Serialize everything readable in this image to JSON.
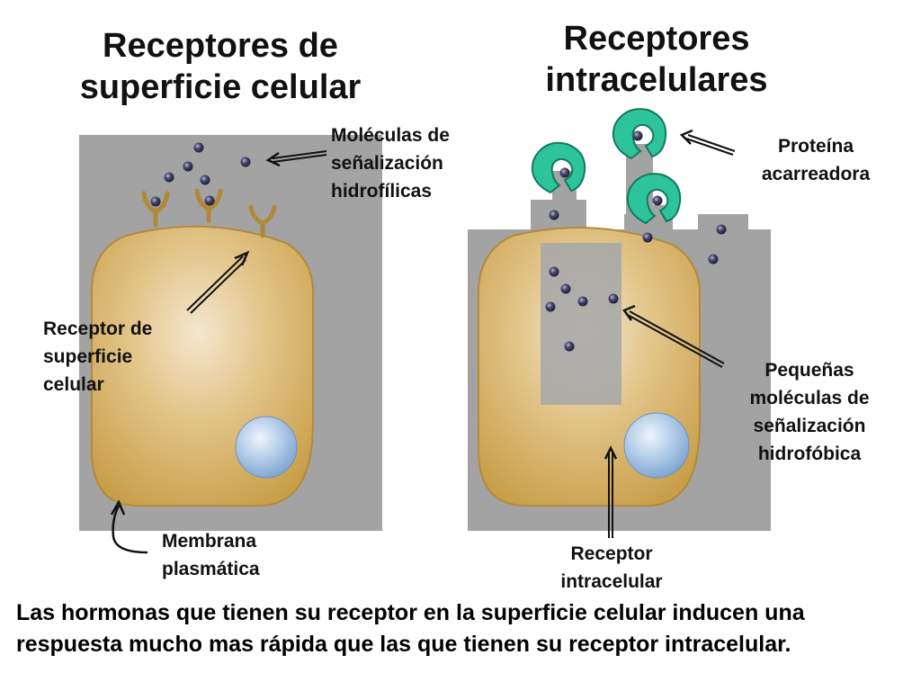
{
  "titles": {
    "left": "Receptores de superficie celular",
    "right": "Receptores intracelulares"
  },
  "labels": {
    "hydrophilic_molecules": "Moléculas de señalización hidrofílicas",
    "surface_receptor": "Receptor de superficie celular",
    "plasma_membrane": "Membrana plasmática",
    "carrier_protein": "Proteína acarreadora",
    "hydrophobic_molecules": "Pequeñas moléculas de señalización hidrofóbica",
    "intracellular_receptor": "Receptor intracelular"
  },
  "caption": "Las hormonas que tienen su receptor en la superficie celular inducen una respuesta mucho mas rápida que las que tienen su receptor intracelular.",
  "colors": {
    "background_panel": "#a3a3a3",
    "cell_body": "#cfa656",
    "nucleus": "#9fc0e2",
    "carrier_protein": "#2ec49b",
    "molecule": "#3a3a5e",
    "receptor": "#c9a14e"
  }
}
